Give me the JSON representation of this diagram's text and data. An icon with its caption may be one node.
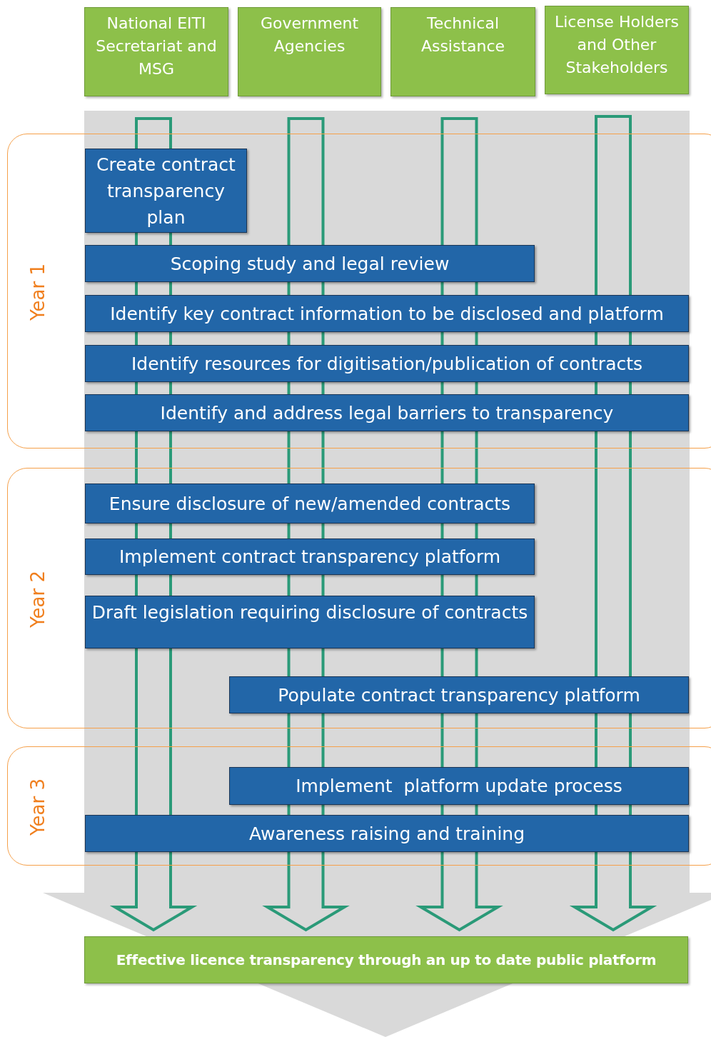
{
  "diagram": {
    "nodes": [
      {
        "text": [
          "National EITI Secretariat and MSG"
        ]
      },
      {
        "text": [
          "Government Agencies"
        ]
      },
      {
        "text": [
          "Technical Assistance"
        ]
      },
      {
        "text": [
          "License Holders and Other Stakeholders"
        ]
      },
      {
        "text": [
          "Year 1"
        ]
      },
      {
        "text": [
          "Create contract transparency plan"
        ],
        "in": 4
      },
      {
        "text": [
          "Scoping study and legal review"
        ],
        "in": 4
      },
      {
        "text": [
          "Identify key contract information to be disclosed and platform"
        ],
        "in": 4
      },
      {
        "text": [
          "Identify resources for digitisation/publication of contracts"
        ],
        "in": 4
      },
      {
        "text": [
          "Identify and address legal barriers to transparency"
        ],
        "in": 4
      },
      {
        "text": [
          "Year 2"
        ]
      },
      {
        "text": [
          "Ensure disclosure of new/amended contracts"
        ],
        "in": 10
      },
      {
        "text": [
          "Implement contract transparency platform"
        ],
        "in": 10
      },
      {
        "text": [
          "Draft legislation requiring disclosure of contracts"
        ],
        "in": 10
      },
      {
        "text": [
          "Populate contract transparency platform"
        ],
        "in": 10
      },
      {
        "text": [
          "Year 3"
        ]
      },
      {
        "text": [
          "Implement  platform update process"
        ],
        "in": 15
      },
      {
        "text": [
          "Awareness raising and training"
        ],
        "in": 15
      },
      {
        "text": [
          "Effective licence transparency through an up to date public platform"
        ]
      }
    ],
    "edges": [
      {
        "from": 0,
        "to": 18,
        "arrow": "to"
      },
      {
        "from": 1,
        "to": 18,
        "arrow": "to"
      },
      {
        "from": 2,
        "to": 18,
        "arrow": "to"
      },
      {
        "from": 3,
        "to": 18,
        "arrow": "to"
      }
    ]
  }
}
